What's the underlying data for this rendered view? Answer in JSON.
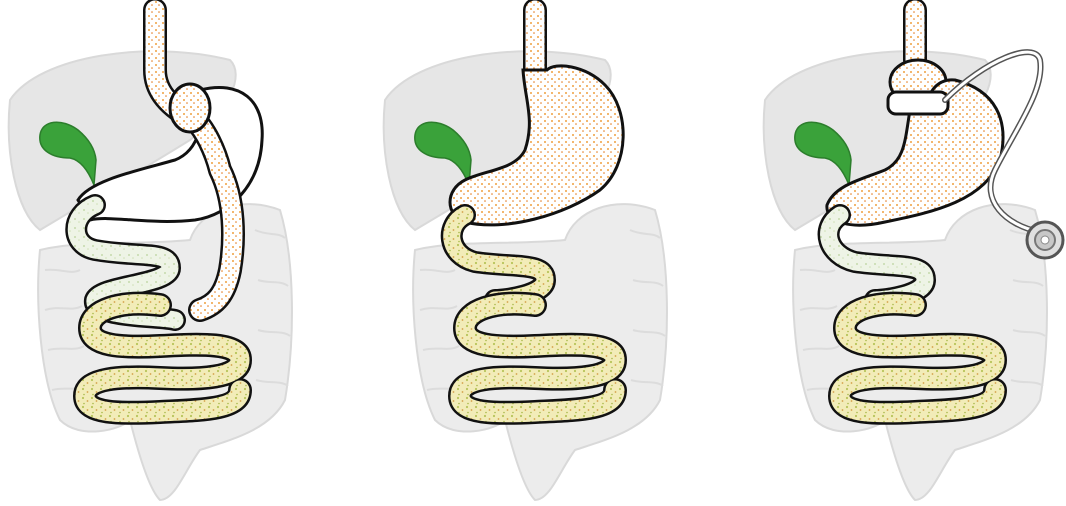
{
  "panels": [
    {
      "id": "gastric-bypass",
      "band": false
    },
    {
      "id": "normal-anatomy",
      "band": false
    },
    {
      "id": "gastric-band",
      "band": true
    }
  ],
  "colors": {
    "organ_fill": "#ececec",
    "organ_stroke": "#d9d9d9",
    "liver": "#e6e6e6",
    "gallbladder": "#3aa23a",
    "wall": "#111111",
    "lumen": "#ffffff",
    "food_flow": "#f0a040",
    "food_dot": "#e37a1e",
    "intestine_food": "#f2ecb8",
    "intestine_dot": "#b8c45a",
    "bypassed_green": "#e6f0dc",
    "band": "#ffffff",
    "port": "#c8c8c8"
  }
}
